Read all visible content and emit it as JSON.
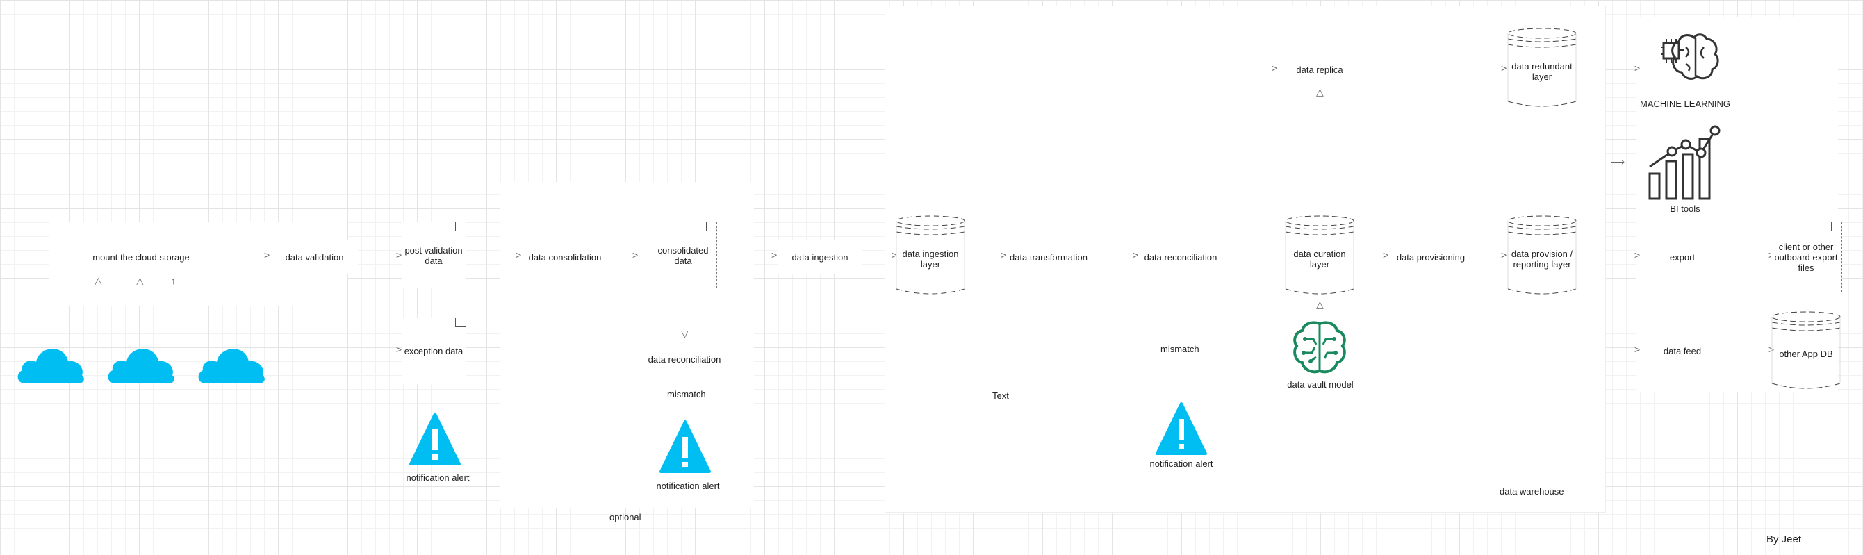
{
  "nodes": {
    "mount": "mount the cloud storage",
    "validation": "data validation",
    "post_validation": "post validation data",
    "exception": "exception data",
    "consolidation": "data consolidation",
    "consolidated": "consolidated data",
    "reconciliation_opt": "data reconciliation",
    "ingestion": "data ingestion",
    "ingestion_layer": "data ingestion layer",
    "transformation": "data transformation",
    "reconciliation": "data reconciliation",
    "curation_layer": "data curation layer",
    "provisioning": "data provisioning",
    "provision_layer": "data provision / reporting layer",
    "replica": "data replica",
    "redundant_layer": "data redundant layer",
    "export": "export",
    "client_files": "client or other outboard export files",
    "data_feed": "data feed",
    "other_db": "other App DB"
  },
  "labels": {
    "mismatch_1": "mismatch",
    "mismatch_2": "mismatch",
    "text": "Text",
    "notification_1": "notification alert",
    "notification_2": "notification alert",
    "notification_3": "notification alert",
    "optional": "optional",
    "warehouse": "data warehouse",
    "data_vault": "data vault model",
    "machine_learning": "MACHINE LEARNING",
    "bi_tools": "BI tools",
    "author": "By Jeet"
  },
  "colors": {
    "accent": "#00b7eb",
    "vault_green": "#1a8a5e",
    "icon_dark": "#333333"
  },
  "icons": [
    "cloud-icon",
    "warning-icon",
    "brain-chip-icon",
    "bar-chart-icon",
    "database-cylinder-icon"
  ]
}
